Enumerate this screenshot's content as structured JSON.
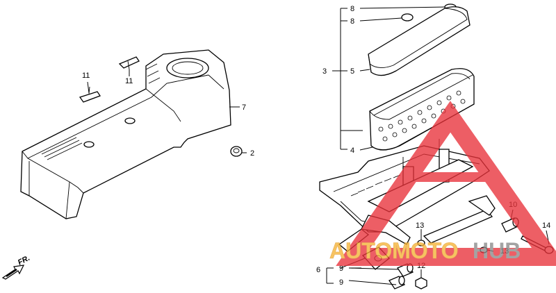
{
  "callouts": {
    "c2": "2",
    "c3": "3",
    "c4": "4",
    "c5": "5",
    "c6": "6",
    "c7": "7",
    "c8a": "8",
    "c8b": "8",
    "c9a": "9",
    "c9b": "9",
    "c10": "10",
    "c11a": "11",
    "c11b": "11",
    "c12": "12",
    "c13a": "13",
    "c13b": "13",
    "c14": "14"
  },
  "front_arrow": "FR.",
  "watermark": {
    "part1": "AUTOMOTO",
    "part2": "HUB"
  },
  "colors": {
    "line": "#000000",
    "watermark_red": "#e8323a",
    "watermark_orange": "#f5b335",
    "watermark_grey": "#8a8a8a"
  }
}
